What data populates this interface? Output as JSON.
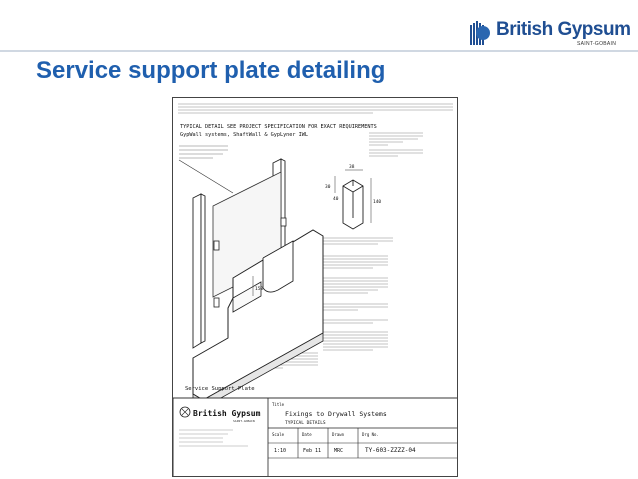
{
  "brand": {
    "name": "British Gypsum",
    "parent": "SAINT-GOBAIN",
    "accent_color": "#1f5fae"
  },
  "page": {
    "title": "Service support plate detailing"
  },
  "drawing": {
    "header_line1": "TYPICAL DETAIL SEE PROJECT SPECIFICATION FOR EXACT REQUIREMENTS",
    "header_line2": "GypWall systems, ShaftWall & GypLyner IWL",
    "caption": "Service Support Plate",
    "title_block": {
      "title_label": "Title",
      "title_main": "Fixings to Drywall Systems",
      "title_sub": "TYPICAL DETAILS",
      "col_scale": "Scale",
      "col_date": "Date",
      "col_drawn": "Drawn",
      "col_drg": "Drg No.",
      "scale": "1:10",
      "date": "Feb 11",
      "drawn": "MRC",
      "drg_no": "TY-603-ZZZZ-04"
    },
    "dimensions": [
      "30",
      "38",
      "40",
      "140",
      "150"
    ]
  }
}
